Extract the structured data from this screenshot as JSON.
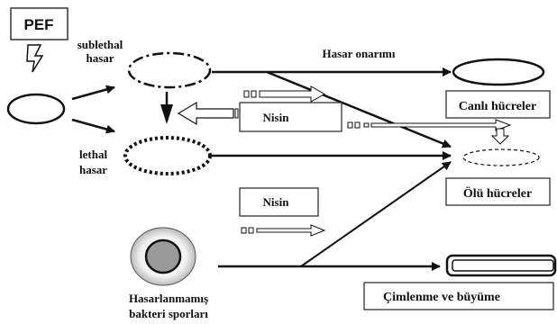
{
  "labels": {
    "pef": "PEF",
    "sublethal_line1": "sublethal",
    "sublethal_line2": "hasar",
    "lethal_line1": "lethal",
    "lethal_line2": "hasar",
    "repair": "Hasar onarımı",
    "nisin_top": "Nisin",
    "nisin_bottom": "Nisin",
    "live_cells": "Canlı hücreler",
    "dead_cells": "Ölü hücreler",
    "spores_line1": "Hasarlanmamış",
    "spores_line2": "bakteri sporları",
    "germination": "Çimlenme ve büyüme"
  },
  "colors": {
    "stroke": "#111111",
    "spore_fill": "#999999",
    "spore_shade": "#dddddd",
    "box_border": "#333333"
  }
}
